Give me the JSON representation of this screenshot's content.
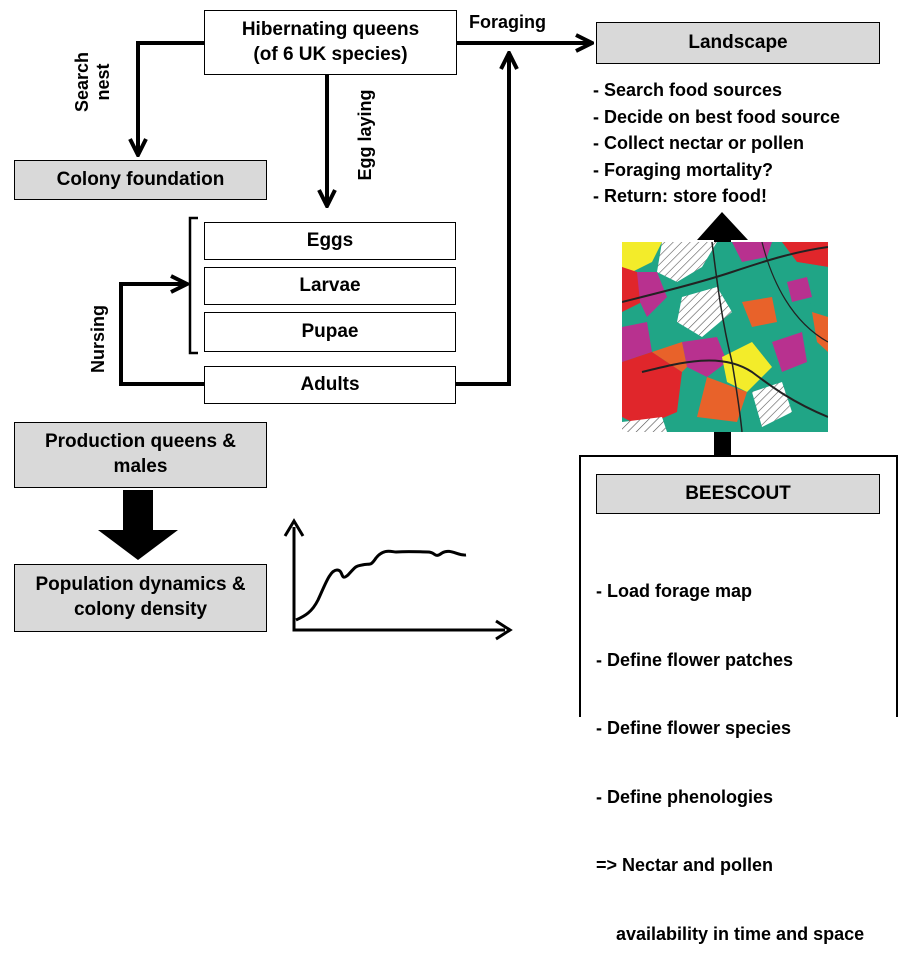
{
  "nodes": {
    "hibernating": "Hibernating queens\n(of 6 UK species)",
    "landscape": "Landscape",
    "colony": "Colony foundation",
    "eggs": "Eggs",
    "larvae": "Larvae",
    "pupae": "Pupae",
    "adults": "Adults",
    "production": "Production queens &\nmales",
    "population": "Population dynamics &\ncolony density",
    "beescout": "BEESCOUT"
  },
  "edge_labels": {
    "foraging": "Foraging",
    "search_nest": "Search\nnest",
    "egg_laying": "Egg laying",
    "nursing": "Nursing"
  },
  "landscape_list": [
    "-   Search food sources",
    "-   Decide on best food source",
    "-   Collect nectar or pollen",
    "-   Foraging mortality?",
    "-   Return: store food!"
  ],
  "beescout_list": [
    "-  Load forage map",
    "-  Define flower patches",
    "-  Define flower species",
    "-  Define phenologies",
    "=> Nectar and pollen",
    "    availability in time and space"
  ],
  "colors": {
    "box_grey": "#d9d9d9",
    "map_green": "#20a586",
    "map_red": "#e0262b",
    "map_magenta": "#b8318f",
    "map_yellow": "#f3ec2a",
    "map_orange": "#e8622a"
  }
}
